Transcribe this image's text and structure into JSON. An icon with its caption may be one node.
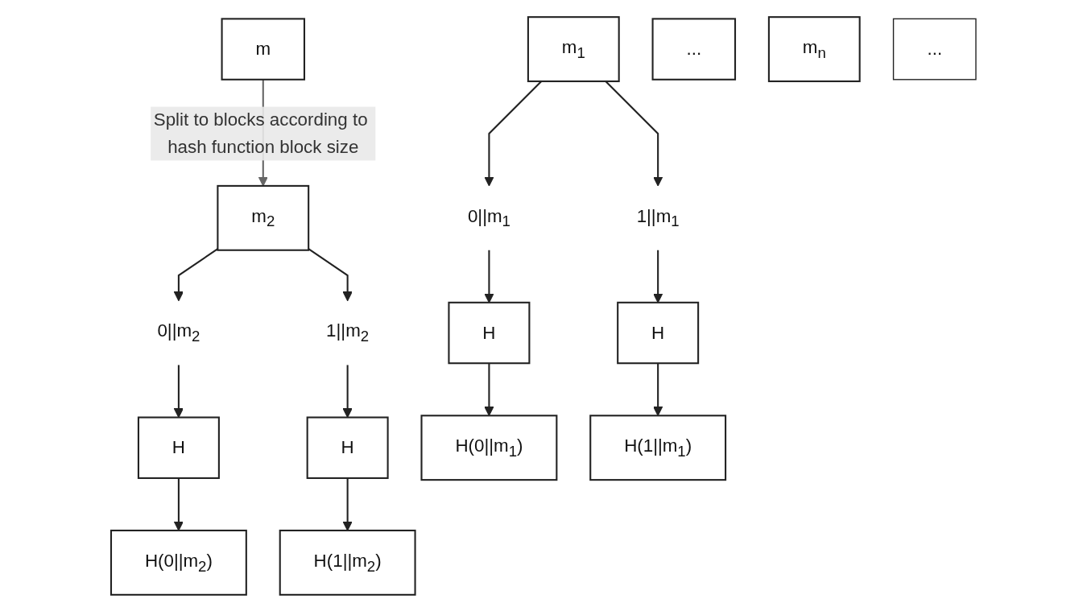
{
  "diagram": {
    "nodes": [
      {
        "text": [
          "m"
        ]
      },
      {
        "text": [
          "m$_{1}$"
        ]
      },
      {
        "text": [
          "m$_{2}$"
        ]
      },
      {
        "text": [
          "..."
        ]
      },
      {
        "text": [
          "m$_{n}$"
        ]
      },
      {
        "text": [
          "0||m$_{1}$"
        ]
      },
      {
        "text": [
          "1||m$_{1}$"
        ]
      },
      {
        "text": [
          "0||m$_{2}$"
        ]
      },
      {
        "text": [
          "1||m$_{2}$"
        ]
      },
      {
        "text": [
          "H"
        ]
      },
      {
        "text": [
          "H"
        ]
      },
      {
        "text": [
          "H"
        ]
      },
      {
        "text": [
          "H"
        ]
      },
      {
        "text": [
          "H(0||m$_{1}$)"
        ]
      },
      {
        "text": [
          "H(1||m$_{1}$)"
        ]
      },
      {
        "text": [
          "H(0||m$_{2}$)"
        ]
      },
      {
        "text": [
          "H(1||m$_{2}$)"
        ]
      },
      {
        "text": [
          "..."
        ]
      }
    ],
    "edges": [
      {
        "from": 0,
        "to": 2,
        "arrow": "to",
        "label": "Split to blocks according to hash function block size",
        "color": "#666666"
      },
      {
        "from": 1,
        "to": 5,
        "arrow": "to"
      },
      {
        "from": 1,
        "to": 6,
        "arrow": "to"
      },
      {
        "from": 2,
        "to": 7,
        "arrow": "to"
      },
      {
        "from": 2,
        "to": 8,
        "arrow": "to"
      },
      {
        "from": 5,
        "to": 9,
        "arrow": "to"
      },
      {
        "from": 6,
        "to": 10,
        "arrow": "to"
      },
      {
        "from": 7,
        "to": 11,
        "arrow": "to"
      },
      {
        "from": 8,
        "to": 12,
        "arrow": "to"
      },
      {
        "from": 9,
        "to": 13,
        "arrow": "to"
      },
      {
        "from": 10,
        "to": 14,
        "arrow": "to"
      },
      {
        "from": 11,
        "to": 15,
        "arrow": "to"
      },
      {
        "from": 12,
        "to": 16,
        "arrow": "to"
      }
    ]
  }
}
